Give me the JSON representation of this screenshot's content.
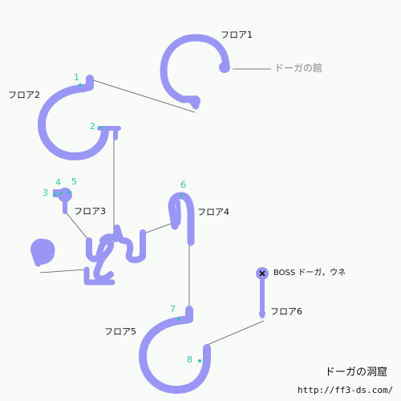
{
  "map": {
    "title": "ドーガの洞窟",
    "url": "http://ff3-ds.com/",
    "colors": {
      "path": "#9a96f6",
      "connector": "#555555",
      "marker": "#33c4b0",
      "boss": "#111111"
    },
    "floors": [
      {
        "id": "floor1",
        "label": "フロア1"
      },
      {
        "id": "floor2",
        "label": "フロア2"
      },
      {
        "id": "floor3",
        "label": "フロア3"
      },
      {
        "id": "floor4",
        "label": "フロア4"
      },
      {
        "id": "floor5",
        "label": "フロア5"
      },
      {
        "id": "floor6",
        "label": "フロア6"
      }
    ],
    "points": [
      "1",
      "2",
      "3",
      "4",
      "5",
      "6",
      "7",
      "8"
    ],
    "exit_label": "ドーガの館",
    "boss": {
      "icon": "cross-icon",
      "label": "BOSS ドーガ，ウネ"
    }
  }
}
